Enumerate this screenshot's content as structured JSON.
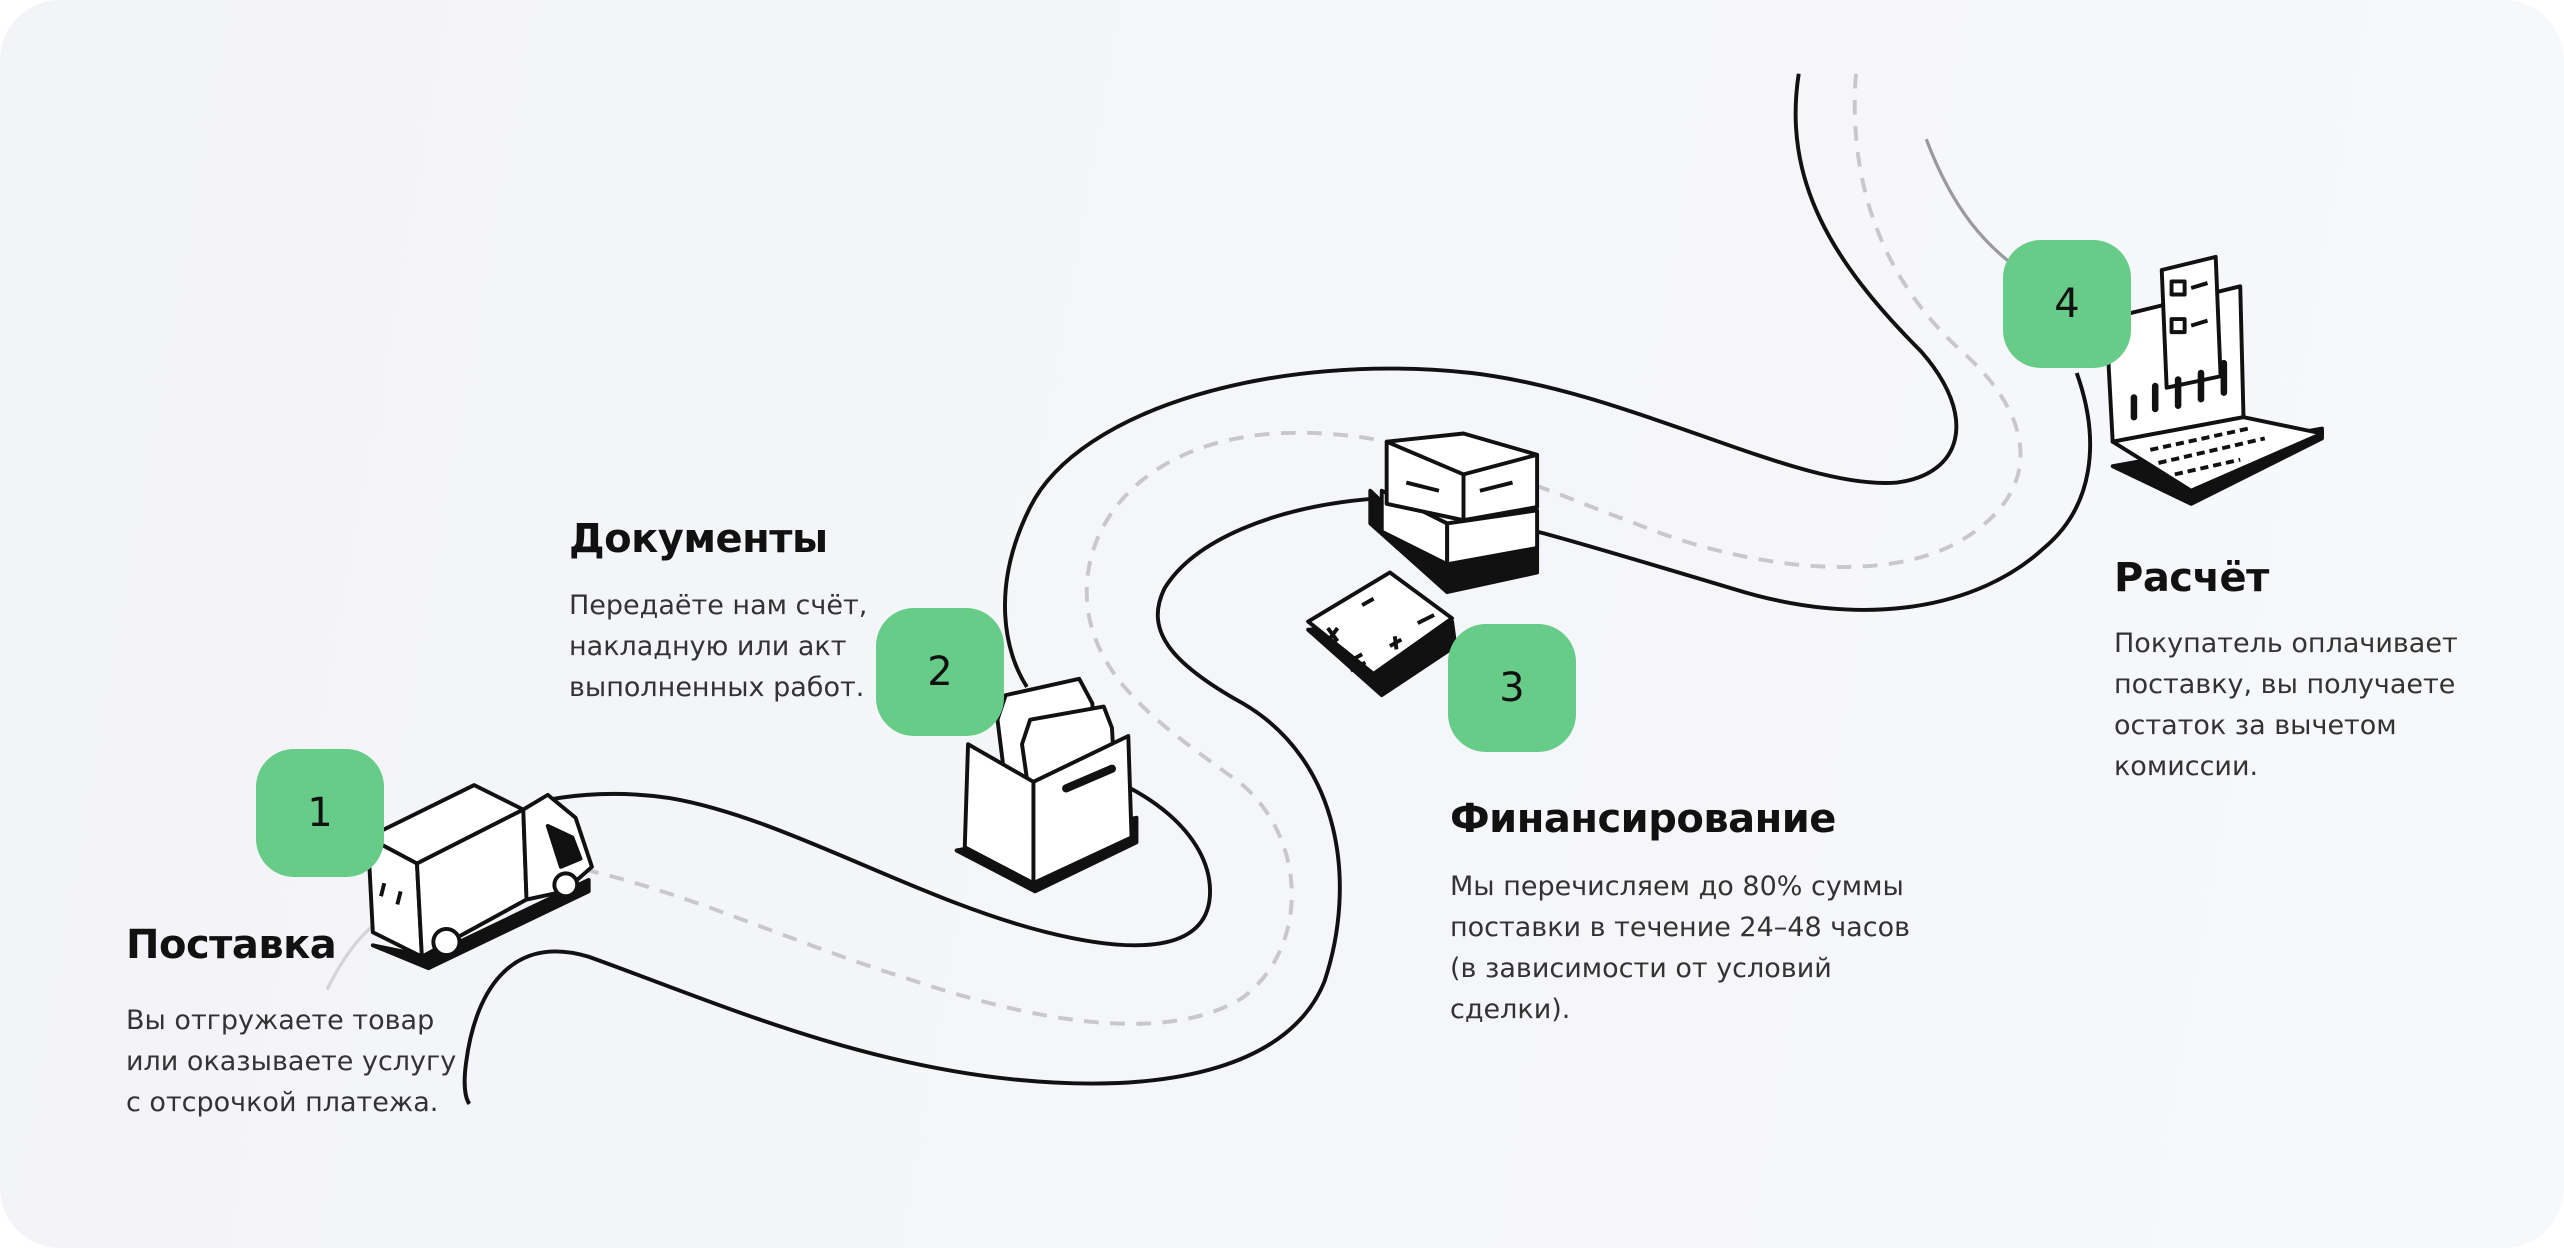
{
  "steps": [
    {
      "number": "1",
      "title": "Поставка",
      "lines": [
        "Вы отгружаете товар",
        "или оказываете услугу",
        "с отсрочкой платежа."
      ],
      "icon": "truck-icon"
    },
    {
      "number": "2",
      "title": "Документы",
      "lines": [
        "Передаёте нам счёт,",
        "накладную или акт",
        "выполненных работ."
      ],
      "icon": "document-box-icon"
    },
    {
      "number": "3",
      "title": "Финансирование",
      "lines": [
        "Мы перечисляем до 80% суммы",
        "поставки в течение 24–48 часов",
        "(в зависимости от условий",
        "сделки)."
      ],
      "icon": "money-calculator-icon"
    },
    {
      "number": "4",
      "title": "Расчёт",
      "lines": [
        "Покупатель оплачивает",
        "поставку, вы получаете",
        "остаток за вычетом",
        "комиссии."
      ],
      "icon": "laptop-checklist-icon"
    }
  ],
  "colors": {
    "badge": "#66cc88",
    "background": "#f4f5f8",
    "road": "#111111",
    "dash": "#c8c8cc"
  }
}
